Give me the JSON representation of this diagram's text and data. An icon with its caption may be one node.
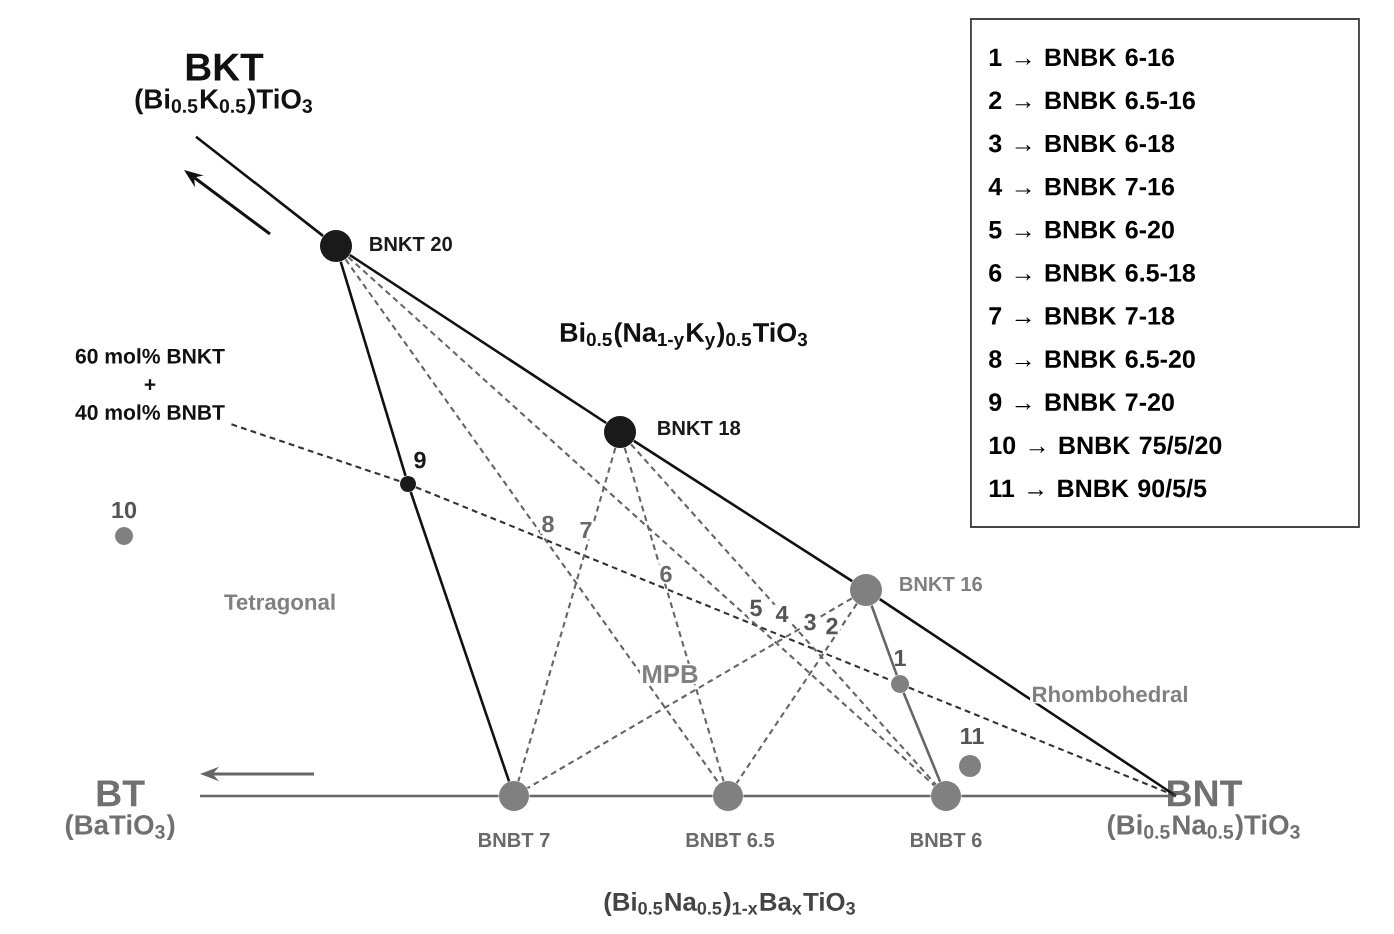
{
  "diagram": {
    "nodes": [
      {
        "text": [
          "BKT",
          "(Bi$_{0.5}$K$_{0.5}$)TiO$_{3}$"
        ]
      },
      {
        "text": [],
        "shape": "circle",
        "beside": [
          "BNKT 20"
        ]
      },
      {
        "text": [],
        "shape": "circle",
        "beside": [
          "BNKT 18"
        ]
      },
      {
        "text": [],
        "shape": "circle",
        "beside": [
          "BNKT 16"
        ]
      },
      {
        "text": [
          "BNT",
          "(Bi$_{0.5}$Na$_{0.5}$)TiO$_{3}$"
        ]
      },
      {
        "text": [
          "BT",
          "(BaTiO$_{3}$)"
        ]
      },
      {
        "text": [],
        "shape": "circle",
        "beside": [
          "BNBT 7"
        ]
      },
      {
        "text": [],
        "shape": "circle",
        "beside": [
          "BNBT 6.5"
        ]
      },
      {
        "text": [],
        "shape": "circle",
        "beside": [
          "BNBT 6"
        ]
      },
      {
        "text": [
          "60 mol% BNKT",
          "+",
          "40 mol% BNBT"
        ]
      },
      {
        "text": [],
        "shape": "circle",
        "beside": [
          "9"
        ]
      },
      {
        "text": [],
        "shape": "circle",
        "beside": [
          "1"
        ]
      },
      {
        "text": [],
        "shape": "circle",
        "beside": [
          "10"
        ]
      },
      {
        "text": [],
        "shape": "circle",
        "beside": [
          "11"
        ]
      },
      {
        "text": [
          "1 → BNBK 6-16",
          "2 → BNBK 6.5-16",
          "3 → BNBK 6-18",
          "4 → BNBK 7-16",
          "5 → BNBK 6-20",
          "6 → BNBK 6.5-18",
          "7 → BNBK 7-18",
          "8 → BNBK 6.5-20",
          "9 → BNBK 7-20",
          "10 → BNBK 75/5/20",
          "11 → BNBK 90/5/5"
        ]
      }
    ],
    "edges": [
      {
        "from": 0,
        "to": 1,
        "arrow": "none",
        "color": "#111111"
      },
      {
        "from": 1,
        "to": 2,
        "arrow": "none",
        "color": "#111111"
      },
      {
        "from": 2,
        "to": 3,
        "arrow": "none",
        "color": "#111111"
      },
      {
        "from": 3,
        "to": 4,
        "arrow": "none",
        "color": "#111111"
      },
      {
        "from": 5,
        "to": 6,
        "arrow": "none"
      },
      {
        "from": 6,
        "to": 7,
        "arrow": "none"
      },
      {
        "from": 7,
        "to": 8,
        "arrow": "none"
      },
      {
        "from": 8,
        "to": 4,
        "arrow": "none"
      },
      {
        "from": 1,
        "to": 10,
        "arrow": "none",
        "color": "#111111"
      },
      {
        "from": 10,
        "to": 6,
        "arrow": "none",
        "color": "#111111"
      },
      {
        "from": 3,
        "to": 11,
        "arrow": "none"
      },
      {
        "from": 11,
        "to": 8,
        "arrow": "none"
      },
      {
        "from": 9,
        "to": 10,
        "arrow": "none",
        "style": "dashed",
        "color": "#333333"
      },
      {
        "from": 10,
        "to": 11,
        "arrow": "none",
        "style": "dashed",
        "color": "#333333"
      },
      {
        "from": 11,
        "to": 4,
        "arrow": "none",
        "style": "dashed",
        "color": "#333333"
      },
      {
        "from": 1,
        "to": 7,
        "arrow": "none",
        "style": "dashed"
      },
      {
        "from": 1,
        "to": 8,
        "arrow": "none",
        "style": "dashed"
      },
      {
        "from": 2,
        "to": 6,
        "arrow": "none",
        "style": "dashed"
      },
      {
        "from": 2,
        "to": 7,
        "arrow": "none",
        "style": "dashed"
      },
      {
        "from": 2,
        "to": 8,
        "arrow": "none",
        "style": "dashed"
      },
      {
        "from": 3,
        "to": 6,
        "arrow": "none",
        "style": "dashed"
      },
      {
        "from": 3,
        "to": 7,
        "arrow": "none",
        "style": "dashed"
      }
    ],
    "labels": [
      "Bi$_{0.5}$(Na$_{1-y}$K$_{y}$)$_{0.5}$TiO$_{3}$",
      "8",
      "7",
      "6",
      "5",
      "4",
      "3",
      "2",
      "Tetragonal",
      "MPB",
      "Rhombohedral",
      "(Bi$_{0.5}$Na$_{0.5}$)$_{1-x}$Ba$_{x}$TiO$_{3}$"
    ]
  }
}
